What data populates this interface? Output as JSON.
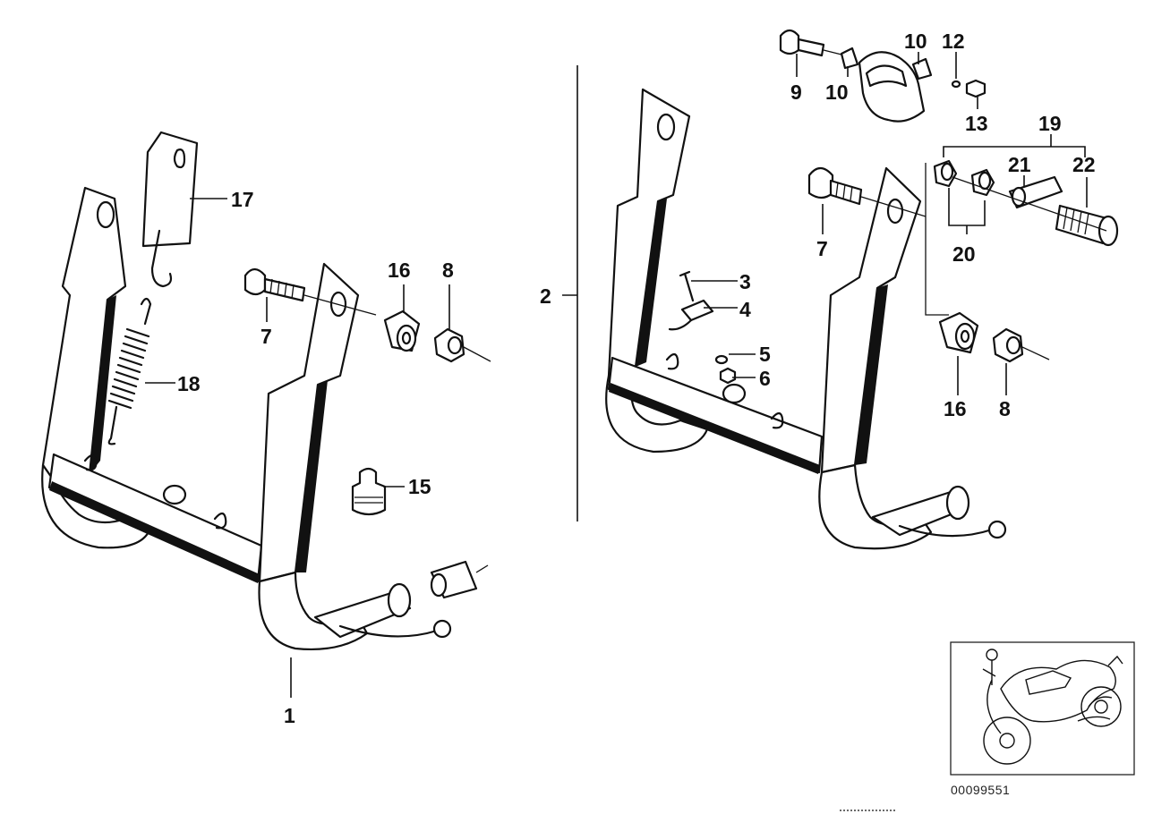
{
  "diagram": {
    "callouts": {
      "c1": "1",
      "c2": "2",
      "c3": "3",
      "c4": "4",
      "c5": "5",
      "c6": "6",
      "c7a": "7",
      "c7b": "7",
      "c8a": "8",
      "c8b": "8",
      "c9": "9",
      "c10a": "10",
      "c10b": "10",
      "c12": "12",
      "c13": "13",
      "c15": "15",
      "c16a": "16",
      "c16b": "16",
      "c17": "17",
      "c18": "18",
      "c19": "19",
      "c20": "20",
      "c21": "21",
      "c22": "22"
    },
    "document_number": "00099551",
    "thumbnail": {
      "icon": "motorcycle-icon"
    }
  }
}
